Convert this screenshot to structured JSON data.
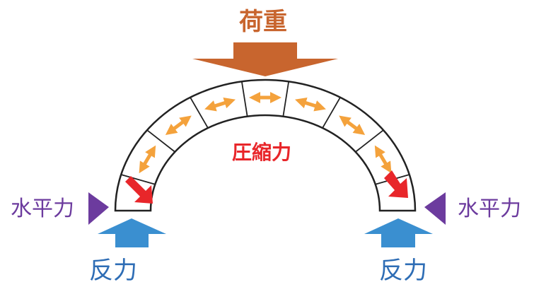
{
  "labels": {
    "load": "荷重",
    "compression": "圧縮力",
    "horizontal_left": "水平力",
    "horizontal_right": "水平力",
    "reaction_left": "反力",
    "reaction_right": "反力"
  },
  "colors": {
    "load": "#C8652E",
    "compression_arrow": "#F4A23C",
    "compression_text": "#E8262A",
    "thrust_arrow": "#E8262A",
    "horizontal": "#6C3B9E",
    "reaction_arrow": "#3A8FD0",
    "reaction_text": "#2E6DB5",
    "arch_stroke": "#222222"
  },
  "icons": {
    "load": "down-arrow",
    "compression": "double-headed-arrow",
    "thrust": "down-right-arrow",
    "horizontal": "inward-arrow",
    "reaction": "up-arrow"
  }
}
